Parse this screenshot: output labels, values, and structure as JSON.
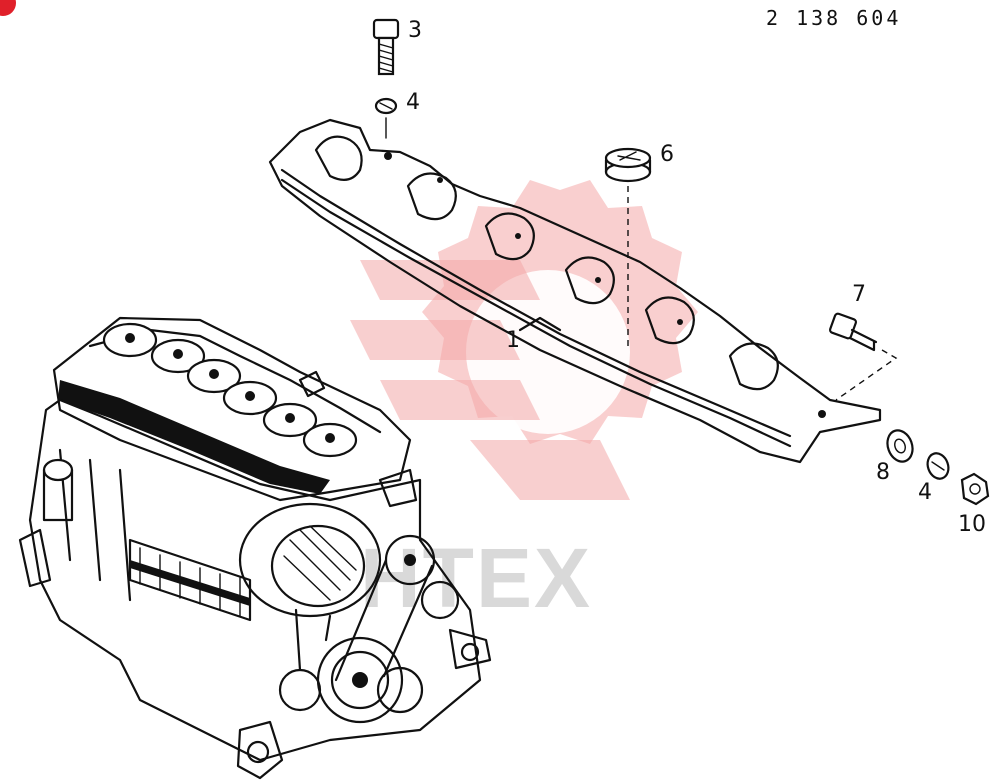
{
  "diagram": {
    "part_number": "2 138 604",
    "watermark_text": "HTEX",
    "watermark_color": "#f4a8a8",
    "callouts": [
      {
        "id": "3",
        "label": "3"
      },
      {
        "id": "4a",
        "label": "4"
      },
      {
        "id": "6",
        "label": "6"
      },
      {
        "id": "1",
        "label": "1"
      },
      {
        "id": "7",
        "label": "7"
      },
      {
        "id": "8",
        "label": "8"
      },
      {
        "id": "4b",
        "label": "4"
      },
      {
        "id": "10",
        "label": "10"
      }
    ]
  }
}
